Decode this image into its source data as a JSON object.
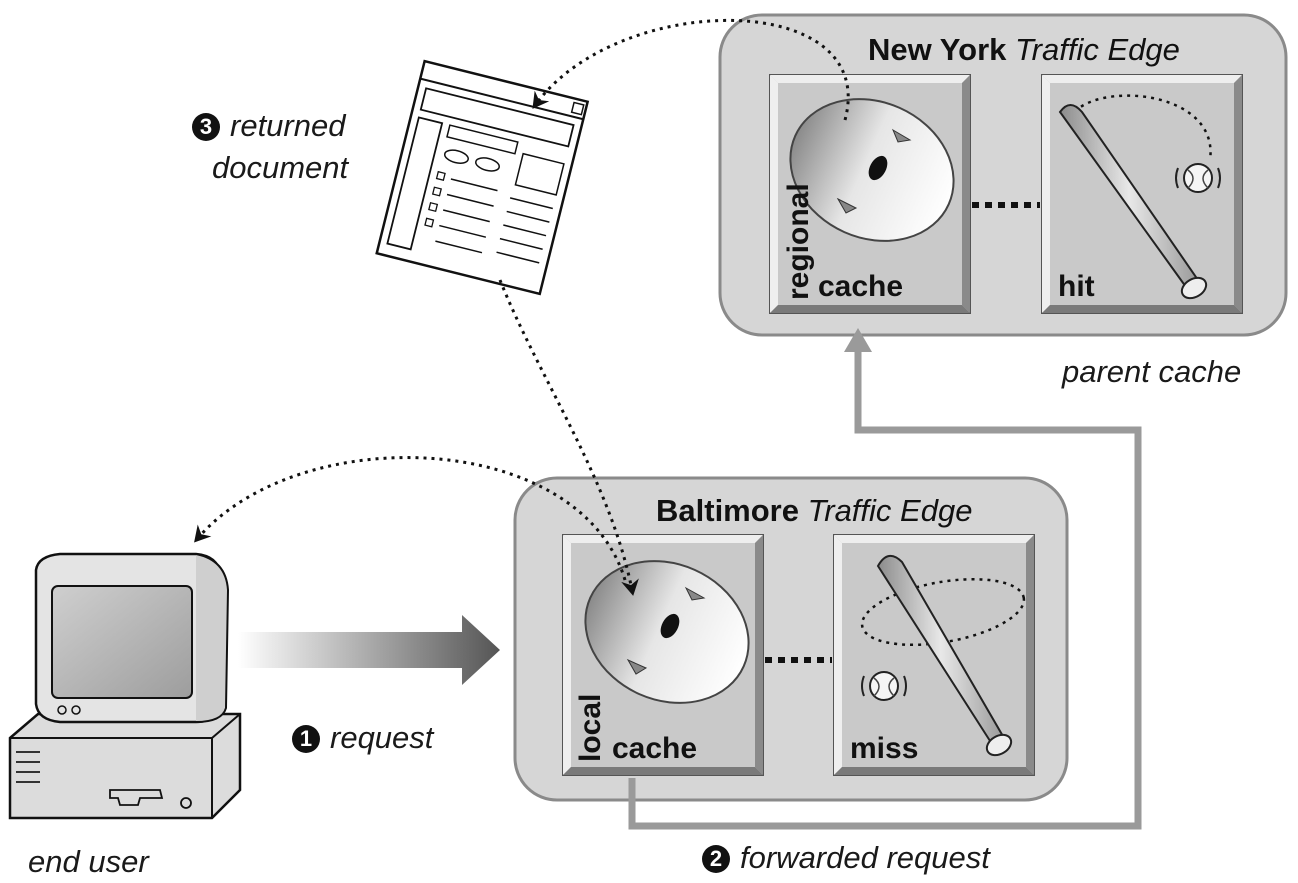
{
  "nodes": {
    "new_york": {
      "city": "New York",
      "product": "Traffic Edge",
      "caption": "parent cache",
      "cache_vertical": "regional",
      "cache_label": "cache",
      "result_label": "hit"
    },
    "baltimore": {
      "city": "Baltimore",
      "product": "Traffic Edge",
      "cache_vertical": "local",
      "cache_label": "cache",
      "result_label": "miss"
    },
    "end_user": {
      "label": "end user"
    }
  },
  "steps": [
    {
      "num": "1",
      "label": "request"
    },
    {
      "num": "2",
      "label": "forwarded request"
    },
    {
      "num": "3",
      "label_line1": "returned",
      "label_line2": "document"
    }
  ],
  "colors": {
    "panel": "#d3d3d3",
    "panel_border": "#888888",
    "tile": "#c8c8c8",
    "connector": "#9a9a9a",
    "ink": "#111111"
  }
}
